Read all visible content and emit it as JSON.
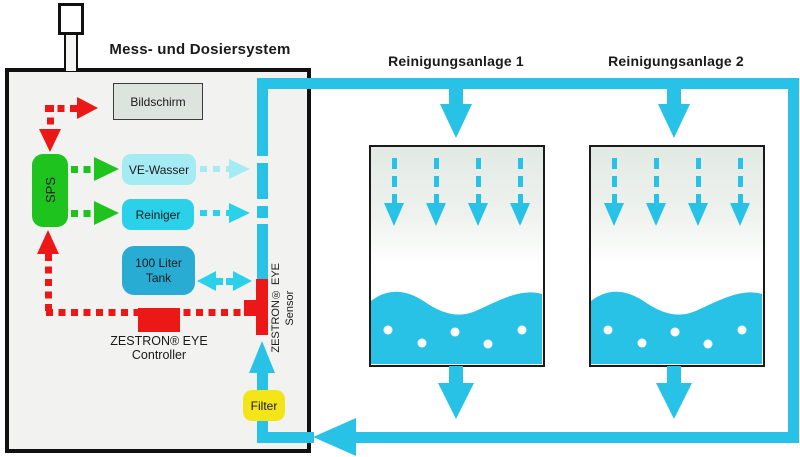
{
  "title": "Mess- und Dosiersystem",
  "system": {
    "screen": "Bildschirm",
    "sps": "SPS",
    "ve_water": "VE-Wasser",
    "cleaner": "Reiniger",
    "tank_line1": "100 Liter",
    "tank_line2": "Tank",
    "controller_line1": "ZESTRON® EYE",
    "controller_line2": "Controller",
    "sensor_line1": "ZESTRON® EYE",
    "sensor_line2": "Sensor",
    "filter": "Filter"
  },
  "units": [
    {
      "title": "Reinigungsanlage 1"
    },
    {
      "title": "Reinigungsanlage 2"
    }
  ],
  "colors": {
    "pipe_cyan": "#29c2e7",
    "ve_water_cyan": "#a5ebf4",
    "cleaner_cyan": "#2bd0e9",
    "tank_teal": "#28acd4",
    "sps_green": "#1ec31e",
    "signal_red": "#ec1717",
    "filter_yellow": "#f4e41a"
  }
}
